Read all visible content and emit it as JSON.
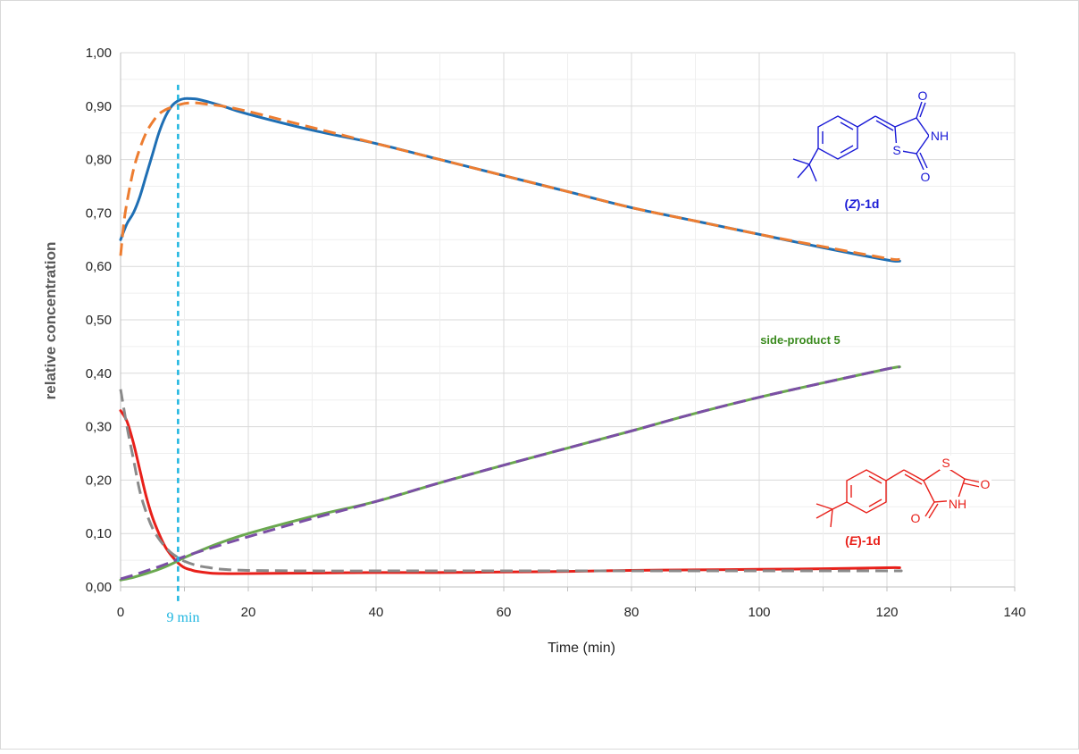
{
  "chart_data": {
    "type": "line",
    "title": "",
    "xlabel": "Time (min)",
    "ylabel": "relative concentration",
    "xlim": [
      0,
      140
    ],
    "ylim": [
      0,
      1.0
    ],
    "x_ticks": [
      "0",
      "20",
      "40",
      "60",
      "80",
      "100",
      "120",
      "140"
    ],
    "x_tick_values": [
      0,
      20,
      40,
      60,
      80,
      100,
      120,
      140
    ],
    "y_ticks": [
      "0,00",
      "0,10",
      "0,20",
      "0,30",
      "0,40",
      "0,50",
      "0,60",
      "0,70",
      "0,80",
      "0,90",
      "1,00"
    ],
    "y_tick_values": [
      0,
      0.1,
      0.2,
      0.3,
      0.4,
      0.5,
      0.6,
      0.7,
      0.8,
      0.9,
      1.0
    ],
    "grid": true,
    "legend": "none",
    "vertical_marker": {
      "x": 9,
      "label": "9 min",
      "color": "#1fb6e0"
    },
    "annotations": [
      {
        "text": "side-product 5",
        "x": 99,
        "y": 0.46,
        "color": "#3a8a1e"
      }
    ],
    "structure_labels": {
      "z_isomer": {
        "prefix": "(",
        "italic": "Z",
        "suffix": ")-1d",
        "color": "#1a1ad6"
      },
      "e_isomer": {
        "prefix": "(",
        "italic": "E",
        "suffix": ")-1d",
        "color": "#e8201a"
      },
      "atoms_z": {
        "o_top": "O",
        "nh": "NH",
        "s": "S",
        "o_bottom": "O"
      },
      "atoms_e": {
        "s": "S",
        "o_right": "O",
        "nh": "NH",
        "o_bottom": "O"
      }
    },
    "series": [
      {
        "color": "#1f6fb4",
        "dash": "solid",
        "width": 3,
        "x": [
          0,
          1,
          2,
          3,
          4,
          5,
          6,
          7,
          8,
          9,
          10,
          11,
          12,
          14,
          16,
          20,
          30,
          40,
          50,
          60,
          70,
          80,
          90,
          100,
          110,
          120,
          122
        ],
        "y": [
          0.65,
          0.68,
          0.7,
          0.73,
          0.77,
          0.81,
          0.85,
          0.88,
          0.9,
          0.91,
          0.914,
          0.914,
          0.913,
          0.907,
          0.9,
          0.885,
          0.855,
          0.83,
          0.8,
          0.77,
          0.74,
          0.71,
          0.685,
          0.66,
          0.635,
          0.612,
          0.61
        ]
      },
      {
        "color": "#ed7d31",
        "dash": "dashed",
        "width": 3,
        "x": [
          0,
          0.5,
          1,
          2,
          3,
          4,
          5,
          6,
          7,
          8,
          9,
          10,
          11,
          12,
          14,
          16,
          20,
          30,
          40,
          50,
          60,
          70,
          80,
          90,
          100,
          110,
          120,
          122
        ],
        "y": [
          0.62,
          0.68,
          0.72,
          0.78,
          0.82,
          0.85,
          0.87,
          0.885,
          0.893,
          0.898,
          0.902,
          0.905,
          0.906,
          0.906,
          0.903,
          0.9,
          0.89,
          0.86,
          0.83,
          0.8,
          0.77,
          0.74,
          0.71,
          0.685,
          0.66,
          0.637,
          0.615,
          0.613
        ]
      },
      {
        "color": "#e8201a",
        "dash": "solid",
        "width": 3,
        "x": [
          0,
          1,
          2,
          3,
          4,
          5,
          6,
          7,
          8,
          9,
          10,
          11,
          12,
          14,
          16,
          20,
          30,
          40,
          50,
          60,
          70,
          80,
          90,
          100,
          110,
          120,
          122
        ],
        "y": [
          0.33,
          0.31,
          0.27,
          0.22,
          0.17,
          0.13,
          0.1,
          0.075,
          0.058,
          0.045,
          0.036,
          0.032,
          0.029,
          0.026,
          0.025,
          0.025,
          0.026,
          0.027,
          0.027,
          0.028,
          0.029,
          0.031,
          0.032,
          0.033,
          0.034,
          0.036,
          0.036
        ]
      },
      {
        "color": "#8a8a8a",
        "dash": "dashed",
        "width": 3,
        "x": [
          0,
          1,
          2,
          3,
          4,
          5,
          6,
          7,
          8,
          9,
          10,
          12,
          14,
          16,
          20,
          30,
          40,
          60,
          80,
          100,
          120,
          122
        ],
        "y": [
          0.37,
          0.3,
          0.24,
          0.18,
          0.14,
          0.11,
          0.09,
          0.075,
          0.063,
          0.055,
          0.048,
          0.04,
          0.036,
          0.033,
          0.031,
          0.03,
          0.03,
          0.03,
          0.03,
          0.03,
          0.03,
          0.03
        ]
      },
      {
        "color": "#6aa84f",
        "dash": "solid",
        "width": 3,
        "x": [
          0,
          2,
          4,
          6,
          8,
          10,
          15,
          20,
          30,
          40,
          50,
          60,
          70,
          80,
          90,
          100,
          110,
          120,
          122
        ],
        "y": [
          0.013,
          0.018,
          0.025,
          0.033,
          0.043,
          0.055,
          0.08,
          0.1,
          0.132,
          0.16,
          0.195,
          0.228,
          0.26,
          0.292,
          0.325,
          0.355,
          0.382,
          0.408,
          0.412
        ]
      },
      {
        "color": "#7b4fa5",
        "dash": "dashed",
        "width": 3,
        "x": [
          0,
          2,
          4,
          6,
          8,
          10,
          15,
          20,
          30,
          40,
          50,
          60,
          70,
          80,
          90,
          100,
          110,
          120,
          122
        ],
        "y": [
          0.015,
          0.022,
          0.03,
          0.038,
          0.047,
          0.057,
          0.076,
          0.094,
          0.128,
          0.16,
          0.195,
          0.228,
          0.26,
          0.292,
          0.325,
          0.355,
          0.382,
          0.408,
          0.412
        ]
      }
    ]
  }
}
